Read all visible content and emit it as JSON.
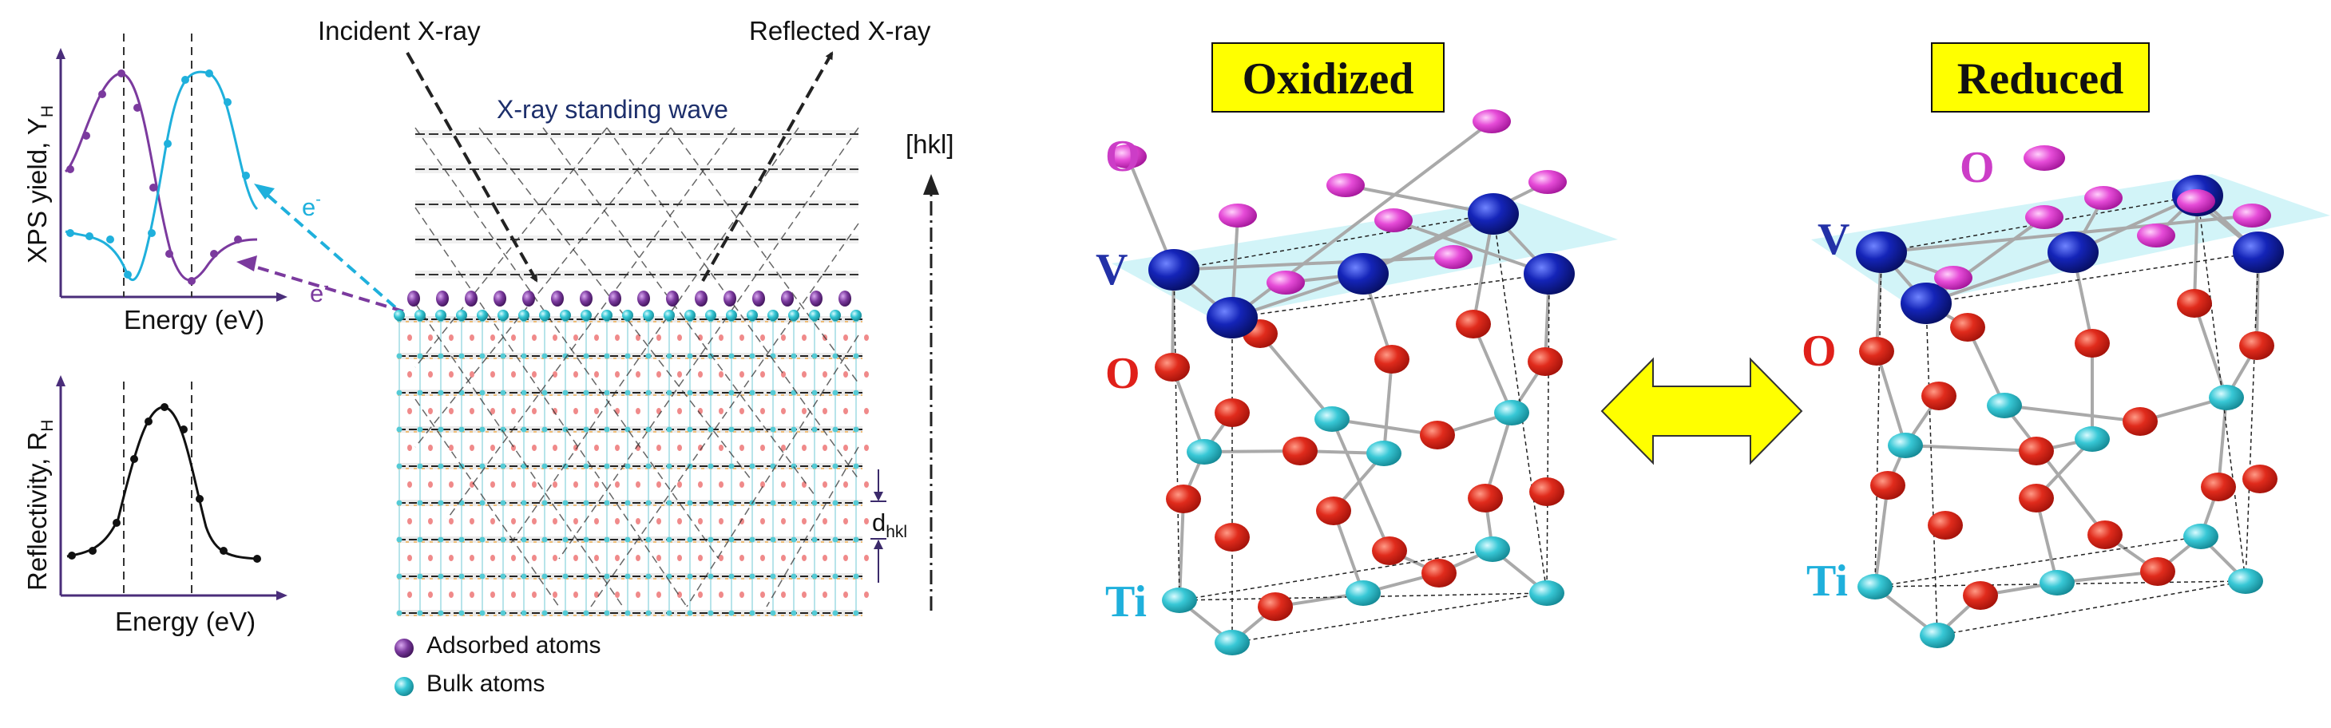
{
  "xps_panel": {
    "ylabel": "XPS yield, Y",
    "ylabel_sub": "H",
    "xlabel": "Energy (eV)",
    "electron_label": "e",
    "electron_sup": "-"
  },
  "reflectivity_panel": {
    "ylabel": "Reflectivity, R",
    "ylabel_sub": "H",
    "xlabel": "Energy (eV)"
  },
  "standing_wave": {
    "incident_label": "Incident X-ray",
    "reflected_label": "Reflected X-ray",
    "wave_label": "X-ray standing wave",
    "direction_label": "[hkl]",
    "spacing_label": "d",
    "spacing_sub": "hkl"
  },
  "legend": {
    "items": [
      {
        "label": "Adsorbed atoms",
        "color": "#7b3a9e"
      },
      {
        "label": "Bulk atoms",
        "color": "#36c4d0"
      }
    ]
  },
  "structures": {
    "oxidized_title": "Oxidized",
    "reduced_title": "Reduced",
    "atom_labels": {
      "O": "O",
      "V": "V",
      "Ti": "Ti"
    }
  },
  "colors": {
    "xps_adsorbed": "#7b3a9e",
    "xps_bulk": "#1fb0dc",
    "reflectivity": "#111111",
    "title_box": "#ffff00",
    "arrow": "#ffff00",
    "oxygen_label": "#e0201a",
    "oxygen_top_label": "#cc3dc7",
    "vanadium_label": "#2331a7",
    "titanium_label": "#1fb0dc",
    "atom_red": "#e02b1c",
    "atom_blue": "#1424b8",
    "atom_cyan": "#38c8d6",
    "atom_pink": "#e64cd8",
    "plane": "#cdf3f7"
  }
}
